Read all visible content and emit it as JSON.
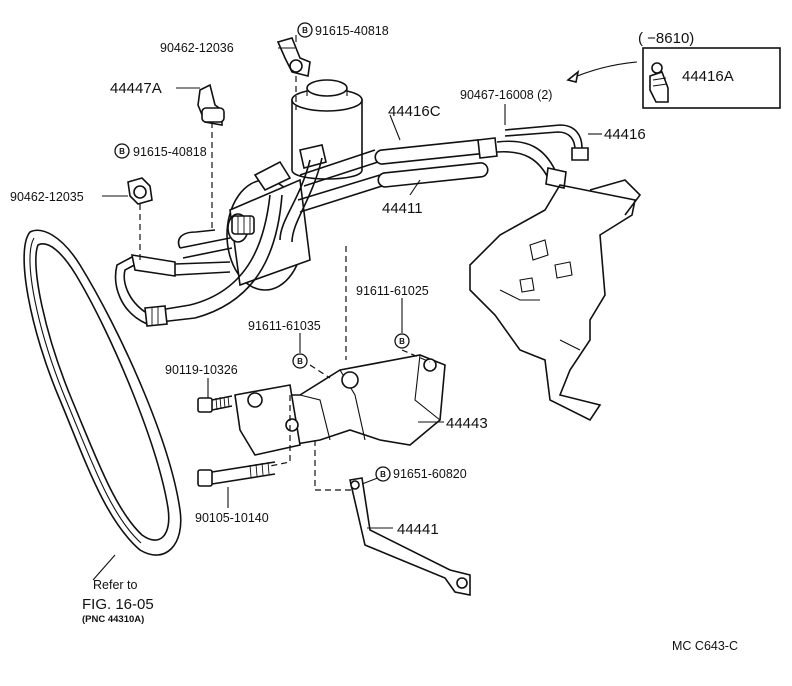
{
  "labels": {
    "p_91615_40818_top": "91615-40818",
    "p_90462_12036": "90462-12036",
    "p_44447A": "44447A",
    "p_91615_40818_left": "91615-40818",
    "p_90462_12035": "90462-12035",
    "p_44416C": "44416C",
    "p_90467_16008": "90467-16008 (2)",
    "p_44416": "44416",
    "p_44411": "44411",
    "p_91611_61025": "91611-61025",
    "p_91611_61035": "91611-61035",
    "p_90119_10326": "90119-10326",
    "p_44443": "44443",
    "p_91651_60820": "91651-60820",
    "p_90105_10140": "90105-10140",
    "p_44441": "44441",
    "p_44416A": "44416A",
    "box_range": "(       −8610)",
    "refer_line1": "Refer to",
    "refer_line2": "FIG. 16-05",
    "refer_line3": "(PNC 44310A)",
    "diagram_code": "MC  C643-C"
  },
  "badge_letter": "B"
}
